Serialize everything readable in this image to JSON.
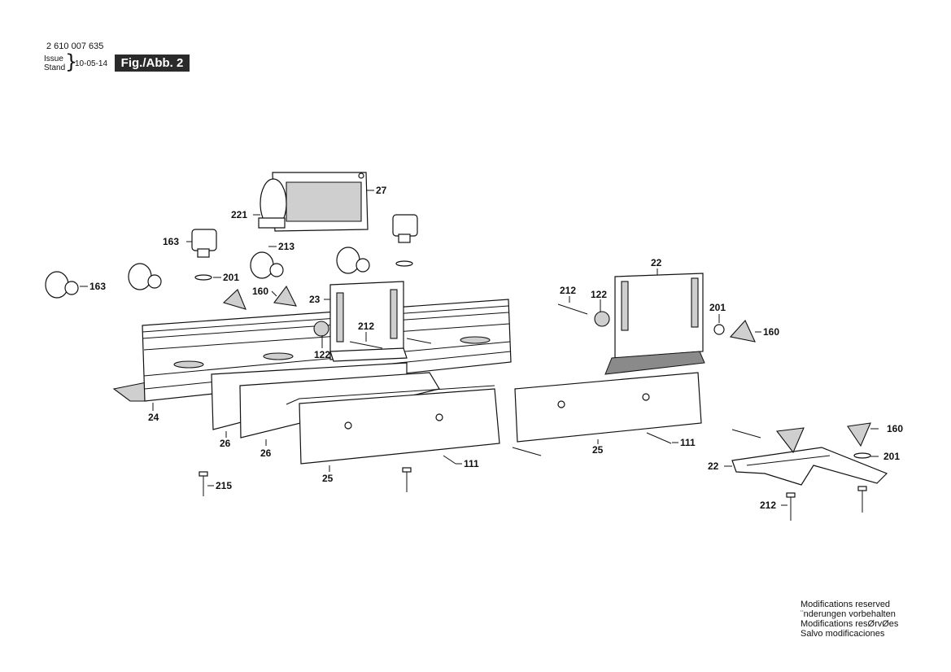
{
  "header": {
    "document_number": "2 610 007 635",
    "issue_label": "Issue",
    "stand_label": "Stand",
    "date": "10-05-14",
    "figure_label": "Fig./Abb. 2"
  },
  "callouts": {
    "c27": "27",
    "c221": "221",
    "c213": "213",
    "c163a": "163",
    "c201a": "201",
    "c163b": "163",
    "c160a": "160",
    "c23": "23",
    "c212a": "212",
    "c122a": "122",
    "c24": "24",
    "c26a": "26",
    "c26b": "26",
    "c215": "215",
    "c25a": "25",
    "c111a": "111",
    "c22a": "22",
    "c212b": "212",
    "c122b": "122",
    "c201b": "201",
    "c160b": "160",
    "c25b": "25",
    "c111b": "111",
    "c160c": "160",
    "c201c": "201",
    "c22b": "22",
    "c212c": "212"
  },
  "footer": {
    "lines": [
      "Modifications reserved",
      "¨nderungen vorbehalten",
      "Modifications resØrvØes",
      "Salvo modificaciones"
    ]
  }
}
